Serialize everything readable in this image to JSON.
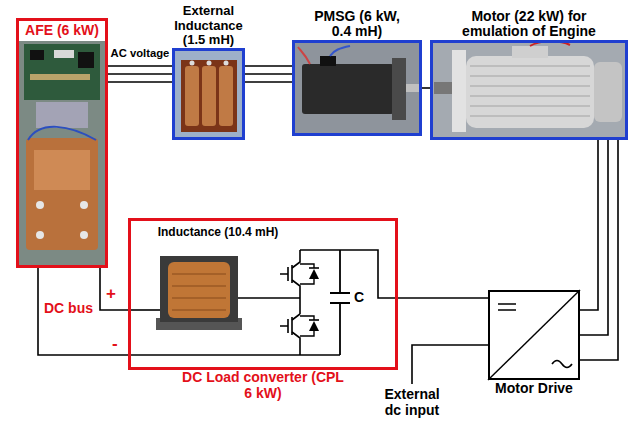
{
  "diagram": {
    "nodes": [
      {
        "text": [
          "AFE (6 kW)"
        ]
      },
      {
        "text": [
          "External Inductance (1.5 mH)"
        ]
      },
      {
        "text": [
          "PMSG (6 kW, 0.4 mH)"
        ]
      },
      {
        "text": [
          "Motor (22 kW) for emulation of Engine"
        ]
      },
      {
        "text": [
          "DC Load converter (CPL 6 kW)"
        ]
      },
      {
        "text": [
          "Inductance (10.4 mH)"
        ],
        "in": 4
      },
      {
        "text": [
          "Motor Drive"
        ]
      }
    ],
    "edges": [
      {
        "from": 0,
        "to": 1,
        "arrow": "none",
        "label": "AC voltage"
      },
      {
        "from": 1,
        "to": 2,
        "arrow": "none"
      },
      {
        "from": 2,
        "to": 3,
        "arrow": "none"
      },
      {
        "from": 3,
        "to": 6,
        "arrow": "none"
      },
      {
        "from": 0,
        "to": 4,
        "arrow": "none"
      },
      {
        "from": 4,
        "to": 6,
        "arrow": "none"
      }
    ],
    "labels": [
      "DC bus",
      "+",
      "-",
      "C",
      "External dc input"
    ]
  }
}
